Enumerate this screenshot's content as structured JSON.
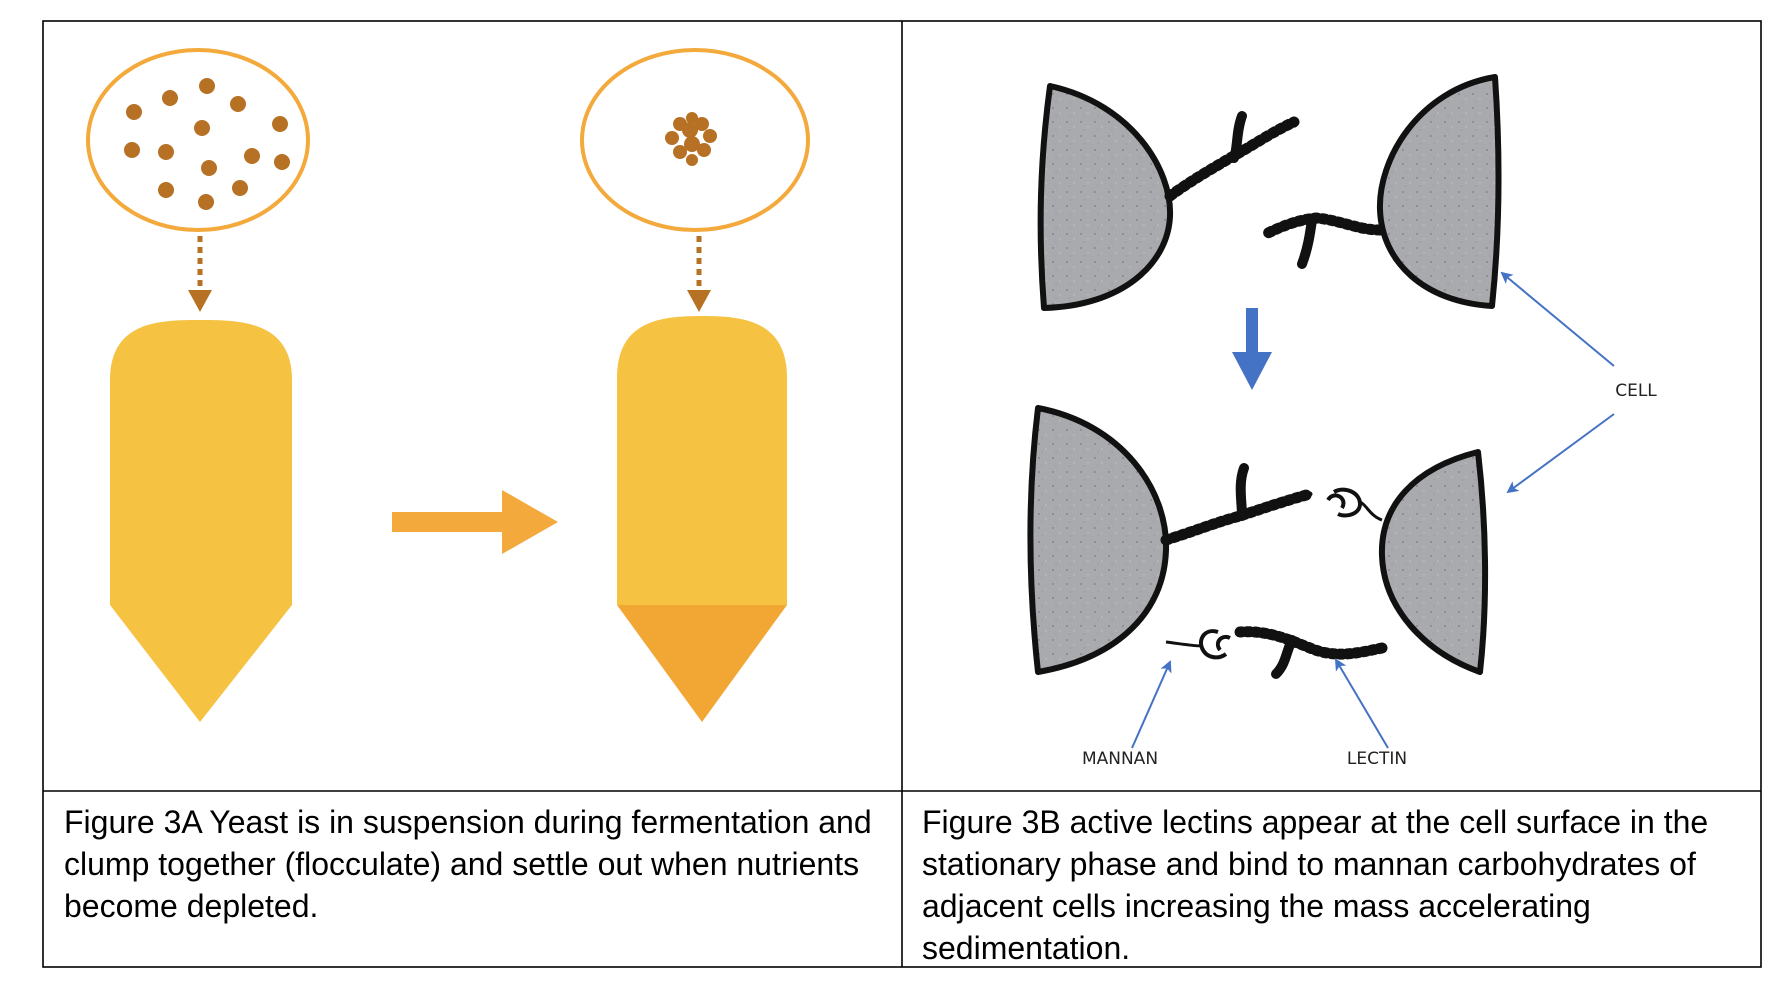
{
  "figure_a": {
    "caption": "Figure 3A Yeast is in suspension during fermentation and clump together (flocculate) and settle out when nutrients become depleted."
  },
  "figure_b": {
    "caption": "Figure 3B active lectins appear at the cell surface in the stationary phase and bind to mannan carbohydrates of adjacent cells increasing the mass accelerating sedimentation.",
    "labels": {
      "cell": "CELL",
      "mannan": "MANNAN",
      "lectin": "LECTIN"
    }
  },
  "colors": {
    "vessel_body": "#f5c242",
    "vessel_sediment": "#f2a735",
    "circle_outline": "#f3a93b",
    "yeast_dot": "#b77125",
    "process_arrow": "#f3a93b",
    "cell_fill": "#a8aaad",
    "chain": "#111111",
    "down_arrow": "#4472c4",
    "pointer_line": "#4472c4"
  },
  "icons": [
    "yeast-cell-dot",
    "yeast-floc-cluster",
    "fermentation-vessel",
    "process-arrow",
    "cell-half",
    "mannan-chain",
    "lectin-hook",
    "down-arrow"
  ]
}
